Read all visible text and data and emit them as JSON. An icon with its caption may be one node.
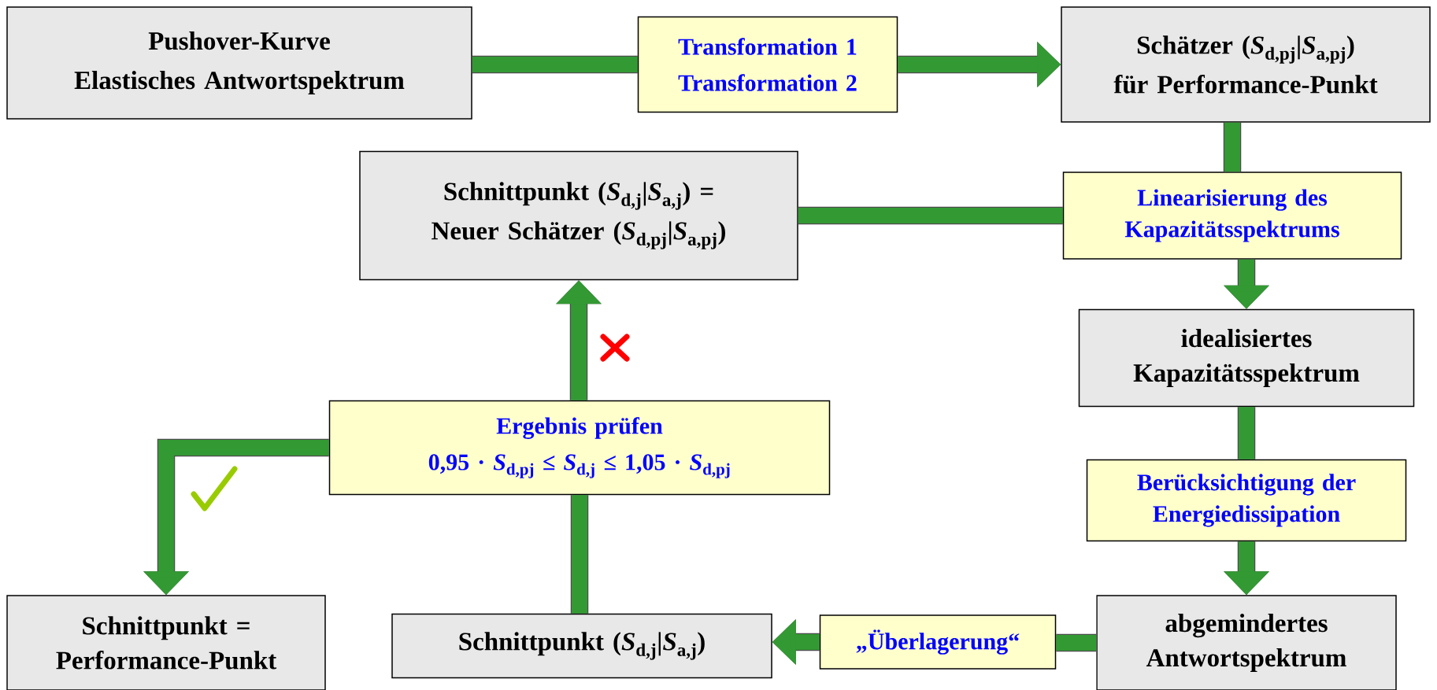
{
  "diagram": {
    "nodes": [
      {
        "text": [
          "Pushover-Kurve",
          "Elastisches Antwortspektrum"
        ]
      },
      {
        "text": [
          "Transformation 1",
          "Transformation 2"
        ]
      },
      {
        "text": [
          "Schätzer (*S*$_{d,pj}$|*S*$_{a,pj}$)",
          "für Performance-Punkt"
        ]
      },
      {
        "text": [
          "Linearisierung des Kapazitätsspektrums"
        ]
      },
      {
        "text": [
          "idealisiertes Kapazitätsspektrum"
        ]
      },
      {
        "text": [
          "Berücksichtigung der Energiedissipation"
        ]
      },
      {
        "text": [
          "abgemindertes Antwortspektrum"
        ]
      },
      {
        "text": [
          "„Überlagerung“"
        ]
      },
      {
        "text": [
          "Schnittpunkt (*S*$_{d,j}$|*S*$_{a,j}$)"
        ]
      },
      {
        "text": [
          "Ergebnis prüfen",
          "0,95 · *S*$_{d,pj}$ ≤ *S*$_{d,j}$ ≤ 1,05 · *S*$_{d,pj}$"
        ]
      },
      {
        "text": [
          "Schnittpunkt (*S*$_{d,j}$|*S*$_{a,j}$) =",
          "Neuer Schätzer (*S*$_{d,pj}$|*S*$_{a,pj}$)"
        ]
      },
      {
        "text": [
          "Schnittpunkt = Performance-Punkt"
        ]
      }
    ],
    "edges": [
      {
        "from": 0,
        "to": 1,
        "arrow": "none"
      },
      {
        "from": 1,
        "to": 2,
        "arrow": "to"
      },
      {
        "from": 2,
        "to": 3,
        "arrow": "none"
      },
      {
        "from": 3,
        "to": 4,
        "arrow": "to"
      },
      {
        "from": 4,
        "to": 5,
        "arrow": "none"
      },
      {
        "from": 5,
        "to": 6,
        "arrow": "to"
      },
      {
        "from": 6,
        "to": 7,
        "arrow": "none"
      },
      {
        "from": 7,
        "to": 8,
        "arrow": "to"
      },
      {
        "from": 8,
        "to": 9,
        "arrow": "none"
      },
      {
        "from": 9,
        "to": 10,
        "arrow": "to"
      },
      {
        "from": 9,
        "to": 11,
        "arrow": "to"
      },
      {
        "from": 10,
        "to": 3,
        "arrow": "none"
      }
    ]
  }
}
